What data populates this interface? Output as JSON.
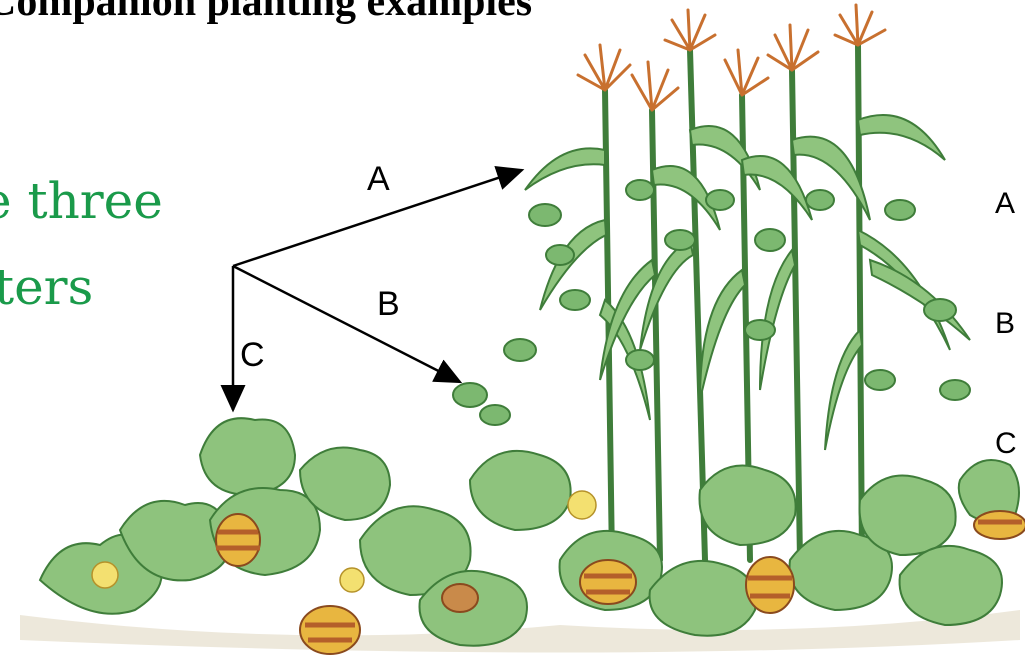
{
  "title": "Companion planting examples",
  "heading_lines": [
    "e three",
    "ters"
  ],
  "arrow_labels": {
    "a": "A",
    "b": "B",
    "c": "C"
  },
  "side_labels": {
    "a": "A",
    "b": "B",
    "c": "C"
  },
  "colors": {
    "heading_green": "#1a9a4a",
    "leaf_green": "#7cb870",
    "leaf_dark": "#3f7d3a",
    "tassel": "#c8702f",
    "squash_yellow": "#e8b640",
    "squash_stripe": "#b45f2a",
    "flower": "#f3e070"
  }
}
